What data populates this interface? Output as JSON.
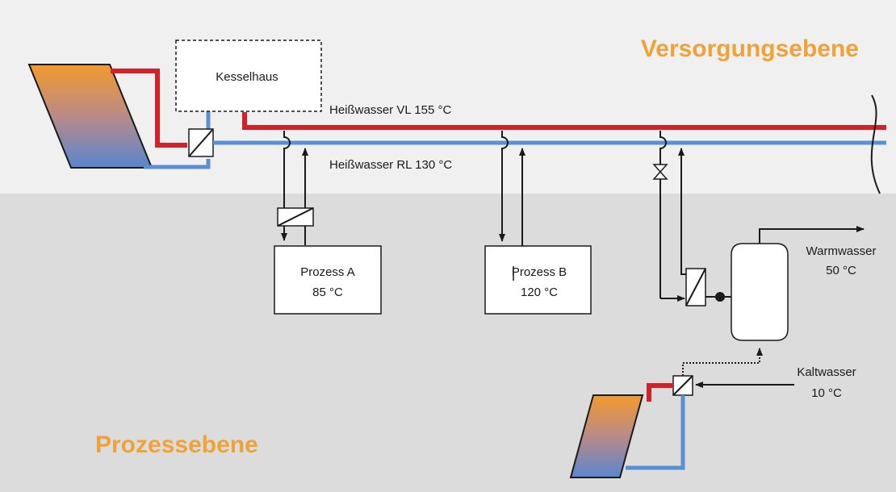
{
  "zones": {
    "top": "Versorgungsebene",
    "bottom": "Prozessebene"
  },
  "boiler_house": "Kesselhaus",
  "pipes": {
    "supply": "Heißwasser VL 155 °C",
    "return": "Heißwasser RL 130 °C"
  },
  "process_a": {
    "name": "Prozess A",
    "temp": "85 °C"
  },
  "process_b": {
    "name": "Prozess B",
    "temp": "120 °C"
  },
  "warm_water": {
    "name": "Warmwasser",
    "temp": "50 °C"
  },
  "cold_water": {
    "name": "Kaltwasser",
    "temp": "10 °C"
  },
  "colors": {
    "hot_pipe": "#d1222b",
    "cold_pipe": "#5b8fd4",
    "zone_label": "#f0a238",
    "top_band": "#f0f0f1",
    "bottom_band": "#dcdcdd"
  }
}
